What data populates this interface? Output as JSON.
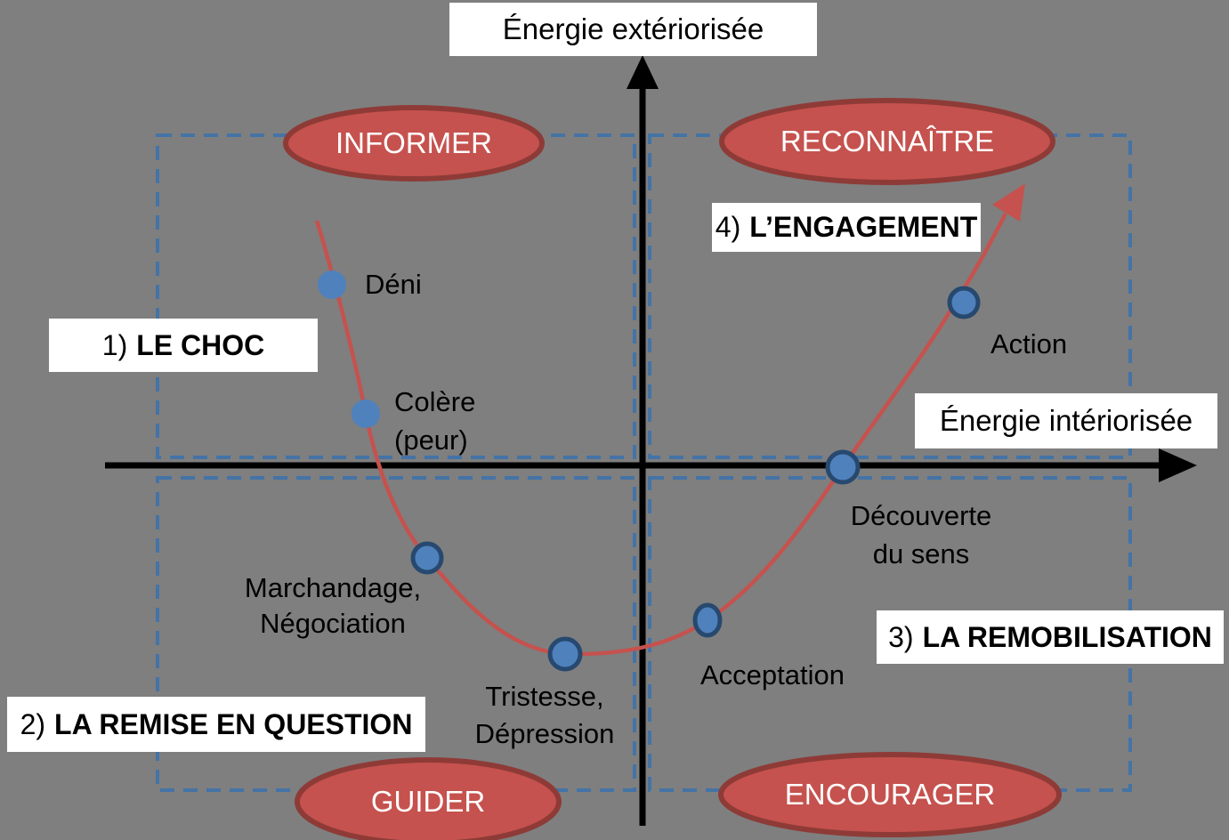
{
  "axes": {
    "y_label": "Énergie extériorisée",
    "x_label": "Énergie intériorisée"
  },
  "quadrant_actions": {
    "top_left": "INFORMER",
    "top_right": "RECONNAÎTRE",
    "bottom_left": "GUIDER",
    "bottom_right": "ENCOURAGER"
  },
  "phases": [
    {
      "number": "1)",
      "label": "LE CHOC"
    },
    {
      "number": "2)",
      "label": "LA REMISE EN QUESTION"
    },
    {
      "number": "3)",
      "label": "LA REMOBILISATION"
    },
    {
      "number": "4)",
      "label": "L’ENGAGEMENT"
    }
  ],
  "stages": [
    {
      "lines": [
        "Déni"
      ]
    },
    {
      "lines": [
        "Colère",
        "(peur)"
      ]
    },
    {
      "lines": [
        "Marchandage,",
        "Négociation"
      ]
    },
    {
      "lines": [
        "Tristesse,",
        "Dépression"
      ]
    },
    {
      "lines": [
        "Acceptation"
      ]
    },
    {
      "lines": [
        "Découverte",
        "du sens"
      ]
    },
    {
      "lines": [
        "Action"
      ]
    }
  ],
  "colors": {
    "background": "#7F7F7F",
    "curve_red": "#C5524E",
    "ellipse_fill": "#C5524E",
    "ellipse_border": "#8E3B37",
    "dot_fill": "#4F81BD",
    "dot_border": "#27496F",
    "dashed_blue": "#4473A6",
    "axis_black": "#000000",
    "label_box_bg": "#FFFFFF"
  }
}
